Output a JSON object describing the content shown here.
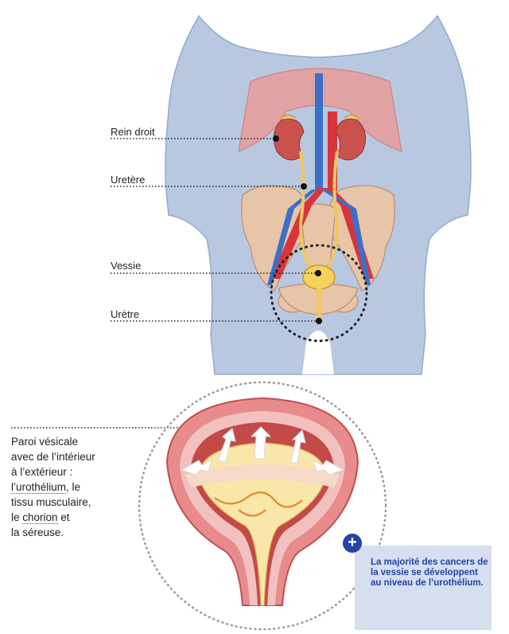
{
  "labels": {
    "rein_droit": "Rein droit",
    "uretere": "Uretère",
    "vessie": "Vessie",
    "uretre": "Urètre"
  },
  "paroi": {
    "line1": "Paroi vésicale",
    "line2": "avec de l’intérieur",
    "line3": "à l’extérieur :",
    "urothelium": "l’urothélium",
    "after_urothelium": ", le",
    "line5": "tissu musculaire,",
    "line6_pre": "le ",
    "chorion": "chorion",
    "line6_post": " et",
    "line7": "la séreuse."
  },
  "info": {
    "plus": "+",
    "text": "La majorité des cancers de la vessie se développent au niveau de l’urothélium."
  },
  "colors": {
    "body": "#b8c8e0",
    "artery": "#d8343a",
    "vein": "#3d6fc8",
    "ureter": "#f0c860",
    "bone": "#e8c4a8",
    "accent_blue": "#2344a4",
    "info_bg": "#d6deef"
  }
}
